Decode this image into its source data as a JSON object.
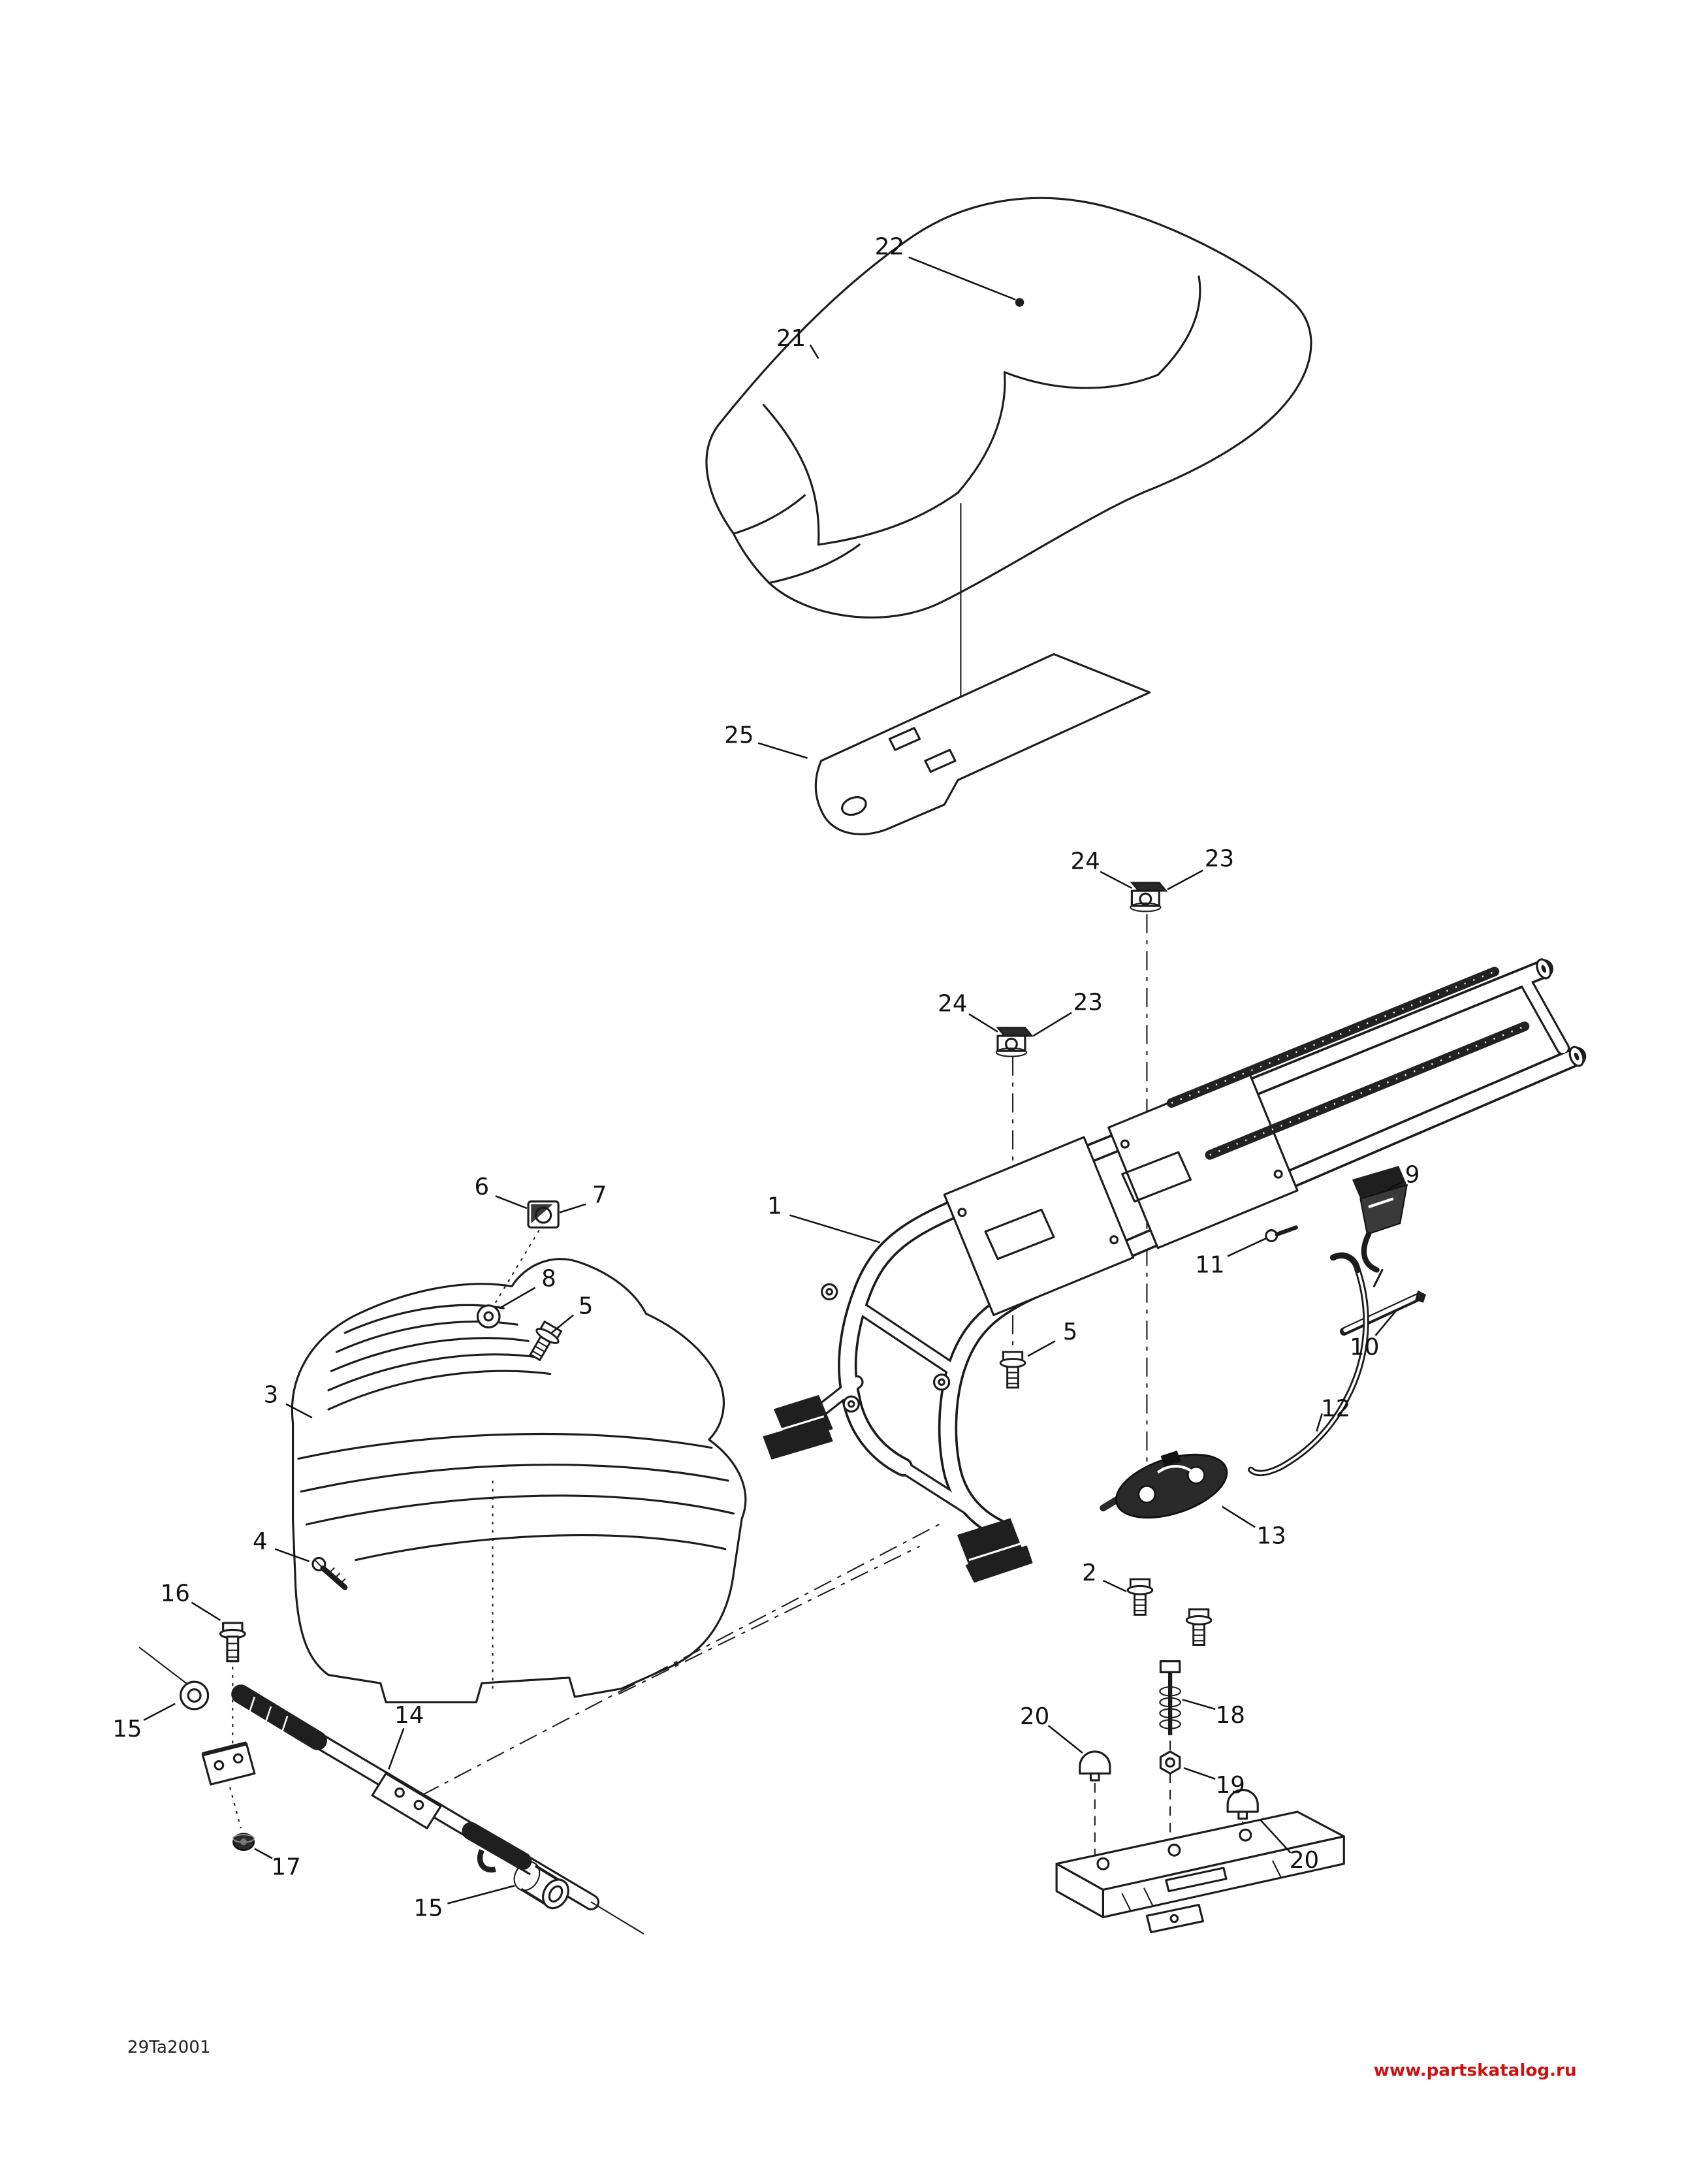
{
  "page": {
    "background": "#ffffff",
    "drawing_code": "29Ta2001",
    "watermark": {
      "text": "www.partskatalog.ru",
      "color": "#cc1111"
    }
  },
  "diagram": {
    "type": "exploded-parts-diagram",
    "subject": "seat-and-frame-assembly",
    "line_color": "#1c1c1c",
    "callout_numbers_visible": [
      "1",
      "2",
      "3",
      "4",
      "5",
      "6",
      "7",
      "8",
      "9",
      "10",
      "11",
      "12",
      "13",
      "14",
      "15",
      "16",
      "17",
      "18",
      "19",
      "20",
      "21",
      "22",
      "23",
      "24",
      "25"
    ]
  },
  "callouts": [
    {
      "label": "22"
    },
    {
      "label": "21"
    },
    {
      "label": "25"
    },
    {
      "label": "24"
    },
    {
      "label": "23"
    },
    {
      "label": "24"
    },
    {
      "label": "23"
    },
    {
      "label": "1"
    },
    {
      "label": "6"
    },
    {
      "label": "7"
    },
    {
      "label": "8"
    },
    {
      "label": "5"
    },
    {
      "label": "3"
    },
    {
      "label": "4"
    },
    {
      "label": "5"
    },
    {
      "label": "9"
    },
    {
      "label": "11"
    },
    {
      "label": "10"
    },
    {
      "label": "12"
    },
    {
      "label": "13"
    },
    {
      "label": "2"
    },
    {
      "label": "16"
    },
    {
      "label": "15"
    },
    {
      "label": "14"
    },
    {
      "label": "17"
    },
    {
      "label": "15"
    },
    {
      "label": "18"
    },
    {
      "label": "20"
    },
    {
      "label": "19"
    },
    {
      "label": "20"
    }
  ]
}
